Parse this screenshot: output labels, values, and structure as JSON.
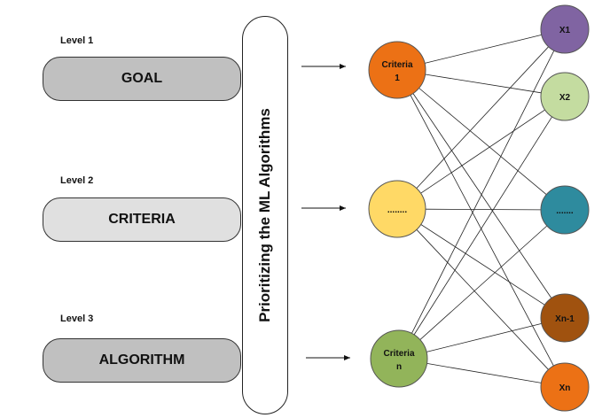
{
  "levels": [
    {
      "level_label": "Level 1",
      "pill_label": "GOAL",
      "pill_color": "#c0c0c0"
    },
    {
      "level_label": "Level 2",
      "pill_label": "CRITERIA",
      "pill_color": "#e0e0e0"
    },
    {
      "level_label": "Level 3",
      "pill_label": "ALGORITHM",
      "pill_color": "#c0c0c0"
    }
  ],
  "banner": {
    "text": "Prioritizing the ML Algorithms"
  },
  "criteria_nodes": [
    {
      "line1": "Criteria",
      "line2": "1",
      "color": "#ec7115"
    },
    {
      "line1": "........",
      "line2": "",
      "color": "#ffd966"
    },
    {
      "line1": "Criteria",
      "line2": "n",
      "color": "#92b45a"
    }
  ],
  "alternative_nodes": [
    {
      "label": "X1",
      "color": "#8064a2"
    },
    {
      "label": "X2",
      "color": "#c4dca0"
    },
    {
      "label": ".......",
      "color": "#2e8b9e"
    },
    {
      "label": "Xn-1",
      "color": "#a0520f"
    },
    {
      "label": "Xn",
      "color": "#ec7115"
    }
  ]
}
